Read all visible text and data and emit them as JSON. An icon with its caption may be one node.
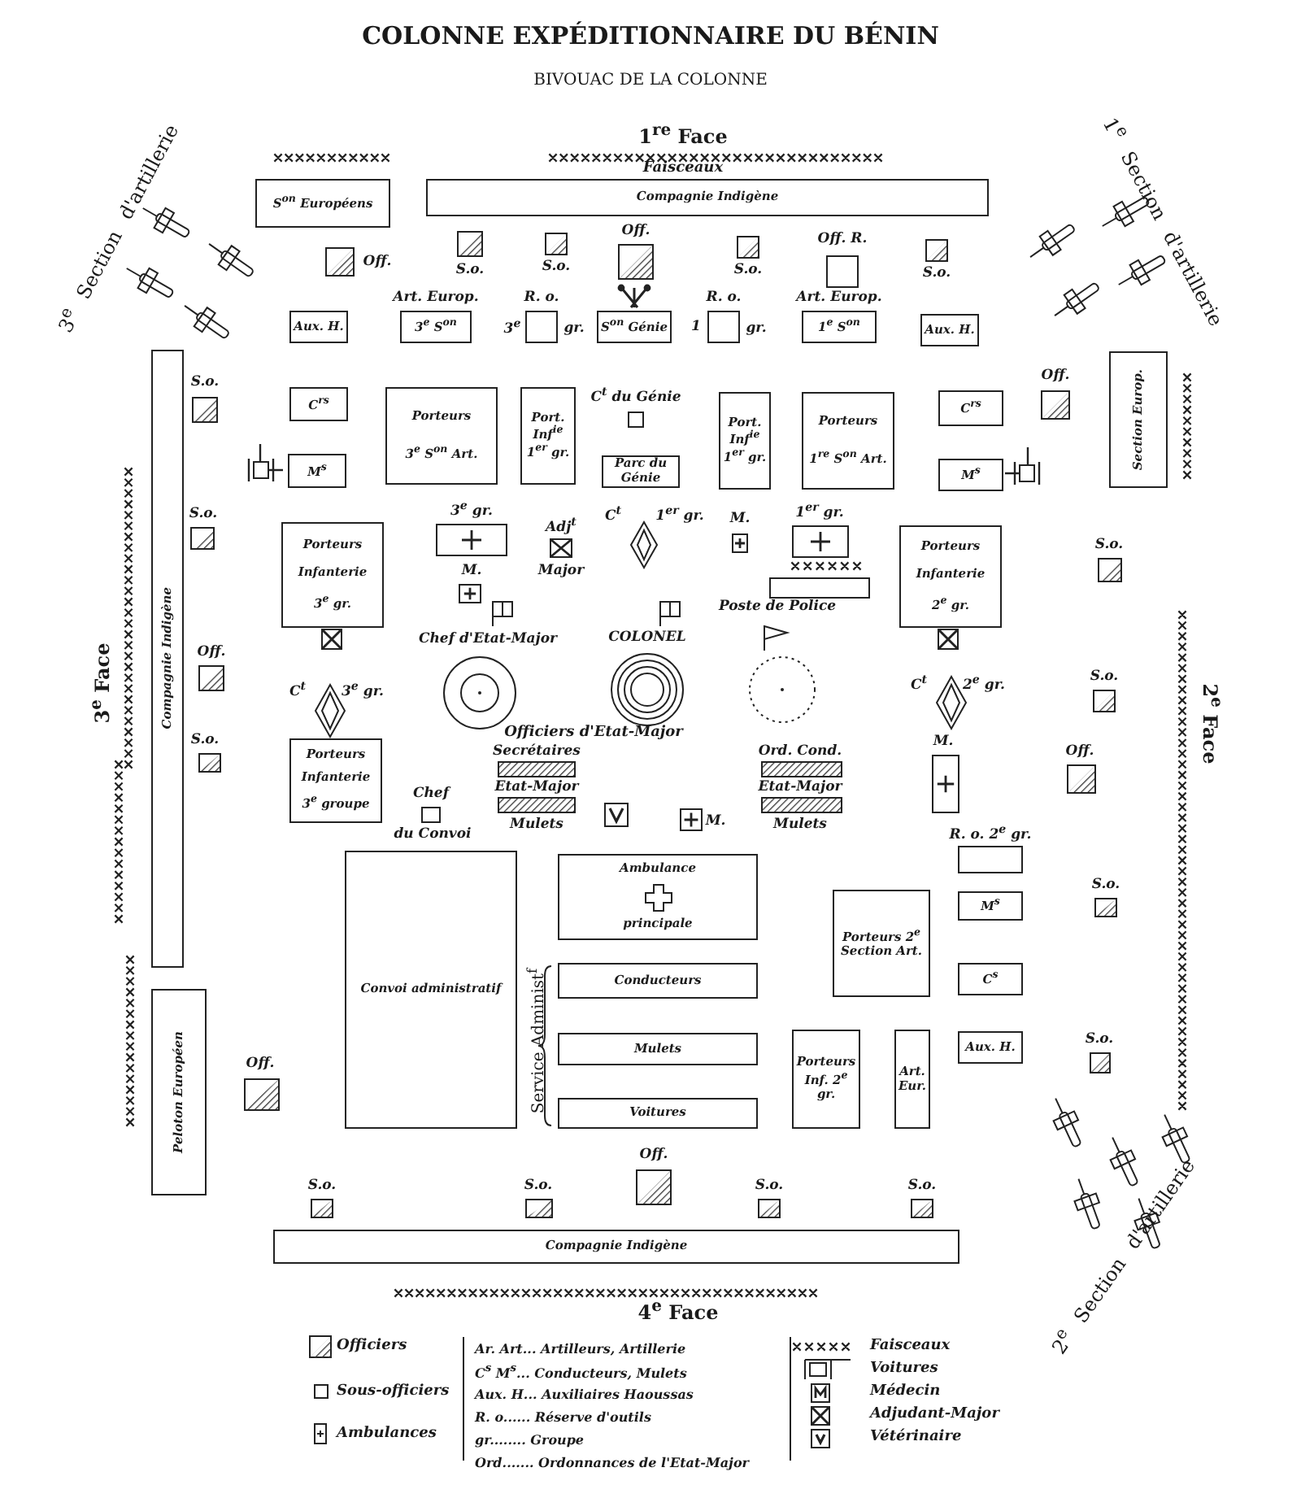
{
  "diagram": {
    "title": "COLONNE EXPÉDITIONNAIRE DU BÉNIN",
    "nodes": [
      {
        "text": [
          "S$^{on}$ Européens"
        ]
      },
      {
        "text": [
          "Compagnie Indigène"
        ]
      },
      {
        "text": [
          "Off."
        ]
      },
      {
        "text": [
          "S.o."
        ]
      },
      {
        "text": [
          "S.o."
        ]
      },
      {
        "text": [
          "Off."
        ]
      },
      {
        "text": [
          "S.o."
        ]
      },
      {
        "text": [
          "Off. R."
        ]
      },
      {
        "text": [
          "S.o."
        ]
      },
      {
        "text": [
          "Aux. H."
        ]
      },
      {
        "text": [
          "Art. Europ.",
          "3$^{e}$ S$^{on}$"
        ]
      },
      {
        "text": [
          "R. o.",
          "3$^{e}$",
          "gr."
        ]
      },
      {
        "text": [
          "S$^{on}$ Génie"
        ]
      },
      {
        "text": [
          "R. o.",
          "1",
          "gr."
        ]
      },
      {
        "text": [
          "Art. Europ.",
          "1$^{e}$ S$^{on}$"
        ]
      },
      {
        "text": [
          "Aux. H."
        ]
      },
      {
        "text": [
          "Compagnie Indigène"
        ]
      },
      {
        "text": [
          "S.o."
        ]
      },
      {
        "text": [
          "C$^{rs}$"
        ]
      },
      {
        "text": [
          "Porteurs",
          "3$^{e}$ S$^{on}$ Art."
        ]
      },
      {
        "text": [
          "Port. Inf$^{ie}$ 1$^{er}$ gr."
        ]
      },
      {
        "text": [
          "C$^{t}$ du Génie"
        ]
      },
      {
        "text": [
          "Parc du Génie"
        ]
      },
      {
        "text": [
          "Port. Inf$^{ie}$ 1$^{er}$ gr."
        ]
      },
      {
        "text": [
          "Porteurs",
          "1$^{re}$ S$^{on}$ Art."
        ]
      },
      {
        "text": [
          "C$^{rs}$"
        ]
      },
      {
        "text": [
          "Off."
        ]
      },
      {
        "text": [
          "Section Europ."
        ]
      },
      {
        "text": [
          "M$^{s}$"
        ]
      },
      {
        "text": [
          "M$^{s}$"
        ]
      },
      {
        "text": [
          "S.o."
        ]
      },
      {
        "text": [
          "Porteurs",
          "Infanterie",
          "3$^{e}$ gr."
        ]
      },
      {
        "text": [
          "3$^{e}$ gr."
        ]
      },
      {
        "text": [
          "Adj$^{t}$",
          "Major"
        ]
      },
      {
        "text": [
          "C$^{t}$",
          "1$^{er}$ gr."
        ]
      },
      {
        "text": [
          "M."
        ]
      },
      {
        "text": [
          "1$^{er}$ gr."
        ]
      },
      {
        "text": [
          "Porteurs",
          "Infanterie",
          "2$^{e}$ gr."
        ]
      },
      {
        "text": [
          "S.o."
        ]
      },
      {
        "text": [
          "M."
        ]
      },
      {
        "text": [
          "Poste de Police"
        ]
      },
      {
        "text": [
          "Chef d'Etat-Major"
        ]
      },
      {
        "text": [
          "COLONEL"
        ]
      },
      {
        "text": [],
        "shape": "circle"
      },
      {
        "text": [
          "Off."
        ]
      },
      {
        "text": [
          "C$^{t}$",
          "3$^{e}$ gr."
        ]
      },
      {
        "text": [
          "C$^{t}$",
          "2$^{e}$ gr."
        ]
      },
      {
        "text": [
          "S.o."
        ]
      },
      {
        "text": [
          "Secrétaires"
        ]
      },
      {
        "text": [
          "Ord. Cond."
        ]
      },
      {
        "text": [
          "Etat-Major",
          "Mulets"
        ]
      },
      {
        "text": [
          "Etat-Major",
          "Mulets"
        ]
      },
      {
        "text": [
          "S.o."
        ]
      },
      {
        "text": [
          "Porteurs",
          "Infanterie",
          "3$^{e}$ groupe"
        ]
      },
      {
        "text": [
          "M."
        ]
      },
      {
        "text": [
          "Off."
        ]
      },
      {
        "text": [
          "Chef",
          "du Convoi"
        ]
      },
      {
        "text": [
          "M."
        ]
      },
      {
        "text": [
          "R. o. 2$^{e}$ gr."
        ]
      },
      {
        "text": [
          "Convoi administratif"
        ]
      },
      {
        "text": [
          "Ambulance",
          "principale"
        ]
      },
      {
        "text": [
          "Porteurs 2$^{e}$ Section Art."
        ]
      },
      {
        "text": [
          "M$^{s}$"
        ]
      },
      {
        "text": [
          "S.o."
        ]
      },
      {
        "text": [
          "Conducteurs"
        ]
      },
      {
        "text": [
          "C$^{s}$"
        ]
      },
      {
        "text": [
          "Peloton Européen"
        ]
      },
      {
        "text": [
          "Porteurs Inf. 2$^{e}$ gr."
        ]
      },
      {
        "text": [
          "Art. Eur."
        ]
      },
      {
        "text": [
          "Aux. H."
        ]
      },
      {
        "text": [
          "Mulets"
        ]
      },
      {
        "text": [
          "S.o."
        ]
      },
      {
        "text": [
          "Off."
        ]
      },
      {
        "text": [
          "Voitures"
        ]
      },
      {
        "text": [
          "S.o."
        ]
      },
      {
        "text": [
          "S.o."
        ]
      },
      {
        "text": [
          "Off."
        ]
      },
      {
        "text": [
          "S.o."
        ]
      },
      {
        "text": [
          "S.o."
        ]
      },
      {
        "text": [
          "Compagnie Indigène"
        ]
      }
    ],
    "labels": [
      "BIVOUAC DE LA COLONNE",
      "1$^{re}$ Face",
      "Faisceaux",
      "3$^{e}$ Section d'artillerie",
      "1$^{e}$ Section d'artillerie",
      "3$^{e}$ Face",
      "2$^{e}$ Face",
      "Officiers d'Etat-Major",
      "Service Administ$^{f}$",
      "2$^{e}$ Section d'artillerie",
      "4$^{e}$ Face",
      "Ar. Art... Artilleurs, Artillerie",
      "C$^{s}$ M$^{s}$... Conducteurs, Mulets",
      "Aux. H... Auxiliaires Haoussas",
      "R. o...... Réserve d'outils",
      "gr........ Groupe",
      "Ord....... Ordonnances de l'Etat-Major"
    ],
    "legend": [
      {
        "text": "Officiers"
      },
      {
        "text": "Sous-officiers"
      },
      {
        "text": "Ambulances"
      },
      {
        "text": "Faisceaux"
      },
      {
        "text": "Voitures"
      },
      {
        "text": "Médecin"
      },
      {
        "text": "Adjudant-Major"
      },
      {
        "text": "Vétérinaire"
      }
    ]
  }
}
